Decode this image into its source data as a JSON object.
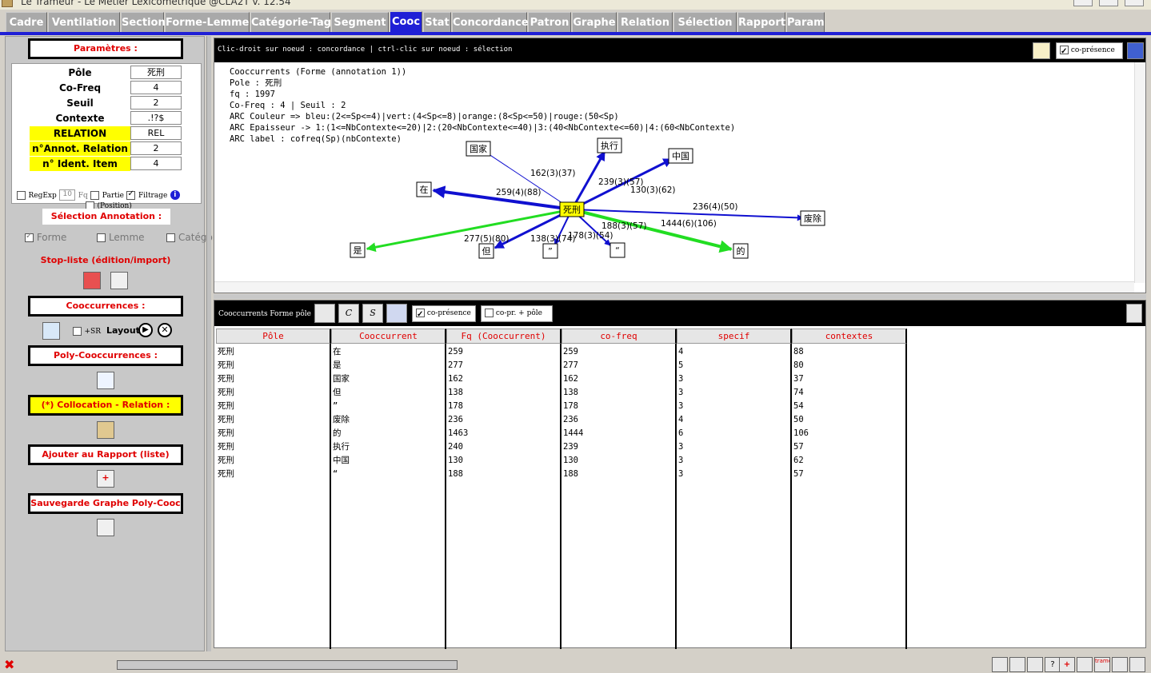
{
  "window": {
    "title": "Le Trameur - Le Métier Lexicométrique @CLA2T  v. 12.54"
  },
  "tabs": [
    "Cadre",
    "Ventilation",
    "Section",
    "Forme-Lemme",
    "Catégorie-Tag",
    "Segment",
    "Cooc",
    "Stat",
    "Concordance",
    "Patron",
    "Graphe",
    "Relation",
    "Sélection",
    "Rapport",
    "Param"
  ],
  "left": {
    "params_title": "Paramètres :",
    "params": [
      {
        "label": "Pôle",
        "value": "死刑"
      },
      {
        "label": "Co-Freq",
        "value": "4"
      },
      {
        "label": "Seuil",
        "value": "2"
      },
      {
        "label": "Contexte",
        "value": ".!?$"
      },
      {
        "label": "RELATION",
        "value": "REL"
      },
      {
        "label": "n°Annot. Relation",
        "value": "2"
      },
      {
        "label": "n° Ident. Item",
        "value": "4"
      }
    ],
    "position_label": "(Position)",
    "regexp_label": "RegExp",
    "fq_value": "10",
    "fq_label": "Fq",
    "partie_label": "Partie",
    "filtrage_label": "Filtrage",
    "selection_title": "Sélection Annotation :",
    "forme_label": "Forme",
    "lemme_label": "Lemme",
    "categorie_label": "Catégorie",
    "stoplist_label": "Stop-liste (édition/import)",
    "cooc_title": "Cooccurrences :",
    "sr_label": "+SR",
    "layout_label": "Layout",
    "polycooc_title": "Poly-Cooccurrences :",
    "collocation_title": "(*) Collocation - Relation :",
    "rapport_title": "Ajouter au Rapport (liste)",
    "sauvegarde_title": "Sauvegarde Graphe Poly-Cooc"
  },
  "graph": {
    "hint": "Clic-droit sur noeud : concordance | ctrl-clic sur noeud : sélection",
    "copresence_label": "co-présence",
    "lines": [
      "Cooccurrents (Forme (annotation 1))",
      "Pole : 死刑",
      "fq : 1997",
      "Co-Freq : 4 | Seuil : 2",
      "ARC Couleur => bleu:(2<=Sp<=4)|vert:(4<Sp<=8)|orange:(8<Sp<=50)|rouge:(50<Sp)",
      "ARC Epaisseur -> 1:(1<=NbContexte<=20)|2:(20<NbContexte<=40)|3:(40<NbContexte<=60)|4:(60<NbContexte)",
      "ARC label : cofreq(Sp)(nbContexte)"
    ],
    "center": "死刑",
    "nodes": [
      {
        "label": "国家",
        "edge": "162(3)(37)",
        "color": "#1010d0"
      },
      {
        "label": "执行",
        "edge": "239(3)(57)",
        "color": "#1010d0"
      },
      {
        "label": "中国",
        "edge": "130(3)(62)",
        "color": "#1010d0"
      },
      {
        "label": "在",
        "edge": "259(4)(88)",
        "color": "#1010d0"
      },
      {
        "label": "废除",
        "edge": "236(4)(50)",
        "color": "#1010d0"
      },
      {
        "label": "是",
        "edge": "277(5)(80)",
        "color": "#22dd22"
      },
      {
        "label": "但",
        "edge": "138(3)(74)",
        "color": "#1010d0"
      },
      {
        "label": "”",
        "edge": "178(3)(54)",
        "color": "#1010d0"
      },
      {
        "label": "“",
        "edge": "188(3)(57)",
        "color": "#1010d0"
      },
      {
        "label": "的",
        "edge": "1444(6)(106)",
        "color": "#22dd22"
      }
    ]
  },
  "table": {
    "title": "Cooccurrents Forme pôle",
    "copresence_label": "co-présence",
    "copr_pole_label": "co-pr. + pôle",
    "columns": [
      "Pôle",
      "Cooccurrent",
      "Fq (Cooccurrent)",
      "co-freq",
      "specif",
      "contextes"
    ],
    "rows": [
      [
        "死刑",
        "在",
        "259",
        "259",
        "4",
        "88"
      ],
      [
        "死刑",
        "是",
        "277",
        "277",
        "5",
        "80"
      ],
      [
        "死刑",
        "国家",
        "162",
        "162",
        "3",
        "37"
      ],
      [
        "死刑",
        "但",
        "138",
        "138",
        "3",
        "74"
      ],
      [
        "死刑",
        "”",
        "178",
        "178",
        "3",
        "54"
      ],
      [
        "死刑",
        "废除",
        "236",
        "236",
        "4",
        "50"
      ],
      [
        "死刑",
        "的",
        "1463",
        "1444",
        "6",
        "106"
      ],
      [
        "死刑",
        "执行",
        "240",
        "239",
        "3",
        "57"
      ],
      [
        "死刑",
        "中国",
        "130",
        "130",
        "3",
        "62"
      ],
      [
        "死刑",
        "“",
        "188",
        "188",
        "3",
        "57"
      ]
    ]
  },
  "colors": {
    "accent": "#1f1fd6",
    "label_red": "#e00000",
    "highlight": "#ffff00",
    "tab_inactive": "#a9a9a9"
  },
  "status": {
    "trameur_label": "trameur"
  }
}
